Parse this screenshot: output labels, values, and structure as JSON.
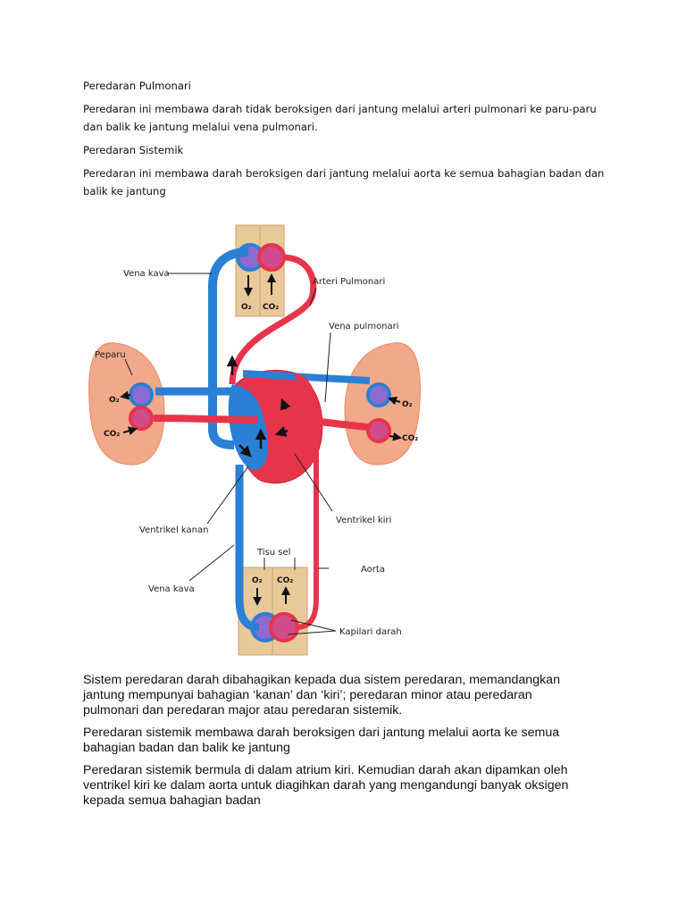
{
  "section1": {
    "heading": "Peredaran Pulmonari",
    "paragraph": "Peredaran ini membawa darah tidak beroksigen dari jantung melalui arteri pulmonari ke paru-paru dan balik ke jantung melalui vena pulmonari."
  },
  "section2": {
    "heading": "Peredaran Sistemik",
    "paragraph": "Peredaran ini membawa darah beroksigen dari jantung melalui aorta ke semua bahagian badan dan balik ke jantung"
  },
  "diagram": {
    "labels": {
      "vena_kava_top": "Vena kava",
      "arteri_pulmonari": "Arteri Pulmonari",
      "vena_pulmonari": "Vena pulmonari",
      "peparu": "Peparu",
      "ventrikel_kanan": "Ventrikel kanan",
      "ventrikel_kiri": "Ventrikel kiri",
      "tisu_sel": "Tisu sel",
      "aorta": "Aorta",
      "vena_kava_bottom": "Vena kava",
      "kapilari_darah": "Kapilari darah"
    },
    "gases": {
      "o2": "O₂",
      "co2": "CO₂"
    },
    "colors": {
      "oxygenated": "#e8344a",
      "deoxygenated": "#2b7fd4",
      "tissue": "#e9c99a",
      "lung": "#f2a98a"
    }
  },
  "bottom": {
    "paragraph1": "Sistem peredaran darah dibahagikan kepada dua sistem peredaran, memandangkan jantung mempunyai bahagian ‘kanan’ dan ‘kiri’; peredaran minor atau peredaran pulmonari dan peredaran major atau peredaran sistemik.",
    "paragraph2": "Peredaran sistemik membawa darah beroksigen dari jantung melalui aorta ke semua bahagian badan dan balik ke jantung",
    "paragraph3": "Peredaran sistemik  bermula di dalam atrium kiri. Kemudian darah akan dipamkan oleh ventrikel kiri ke dalam aorta untuk diagihkan darah yang mengandungi banyak oksigen kepada semua bahagian badan"
  }
}
